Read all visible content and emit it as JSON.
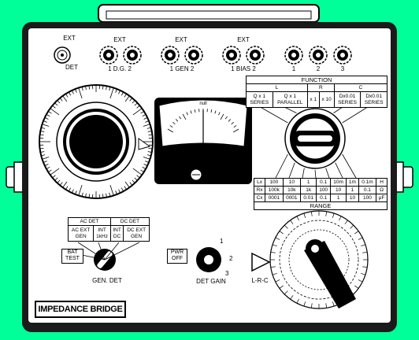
{
  "panel": {
    "title": "IMPEDANCE BRIDGE",
    "colors": {
      "background": "#00ff99",
      "panel": "#ffffff",
      "outline": "#000000",
      "frame": "#1a1a1a"
    }
  },
  "connectors": {
    "ext_det_top": "EXT",
    "ext_det_bottom": "DET",
    "dg_top": "EXT",
    "dg_bottom": "1 D.G. 2",
    "gen_top": "EXT",
    "gen_bottom": "1 GEN 2",
    "bias_top": "EXT",
    "bias_bottom": "1 BIAS 2",
    "post_1": "1",
    "post_2": "2",
    "post_3": "3"
  },
  "meter": {
    "scale_label": "null",
    "icon": "meter-icon"
  },
  "function_selector": {
    "title": "FUNCTION",
    "groups": [
      "L",
      "R",
      "C"
    ],
    "positions": [
      "Q x 1\nSERIES",
      "Q x 1\nPARALLEL",
      "x 1",
      "x 10",
      "Dx0.01\nSERIES",
      "Dx0.01\nSERIES"
    ]
  },
  "range_table": {
    "caption": "RANGE",
    "rows": [
      {
        "label": "Lx",
        "cells": [
          "100",
          "10",
          "1",
          "0.1",
          "10m",
          "1m",
          "0.1m",
          "H"
        ]
      },
      {
        "label": "Rx",
        "cells": [
          "100k",
          "10k",
          "1k",
          "100",
          "10",
          "1",
          "0.1",
          "Ω"
        ]
      },
      {
        "label": "Cx",
        "cells": [
          "0001",
          "0001",
          "0.01",
          "0.1",
          "1",
          "10",
          "100",
          "μF"
        ]
      }
    ]
  },
  "generator_detector": {
    "ac_det": "AC DET",
    "dc_det": "DC DET",
    "options": [
      "AC EXT\nGEN",
      "INT\n1kHz",
      "INT\nDC",
      "DC EXT\nGEN"
    ],
    "bat_test": "BAT\nTEST",
    "label": "GEN. DET"
  },
  "det_gain": {
    "pwr_off": "PWR\nOFF",
    "positions": [
      "1",
      "2",
      "3"
    ],
    "label": "DET  GAIN"
  },
  "lrc_dial": {
    "label": "L-R-C"
  }
}
